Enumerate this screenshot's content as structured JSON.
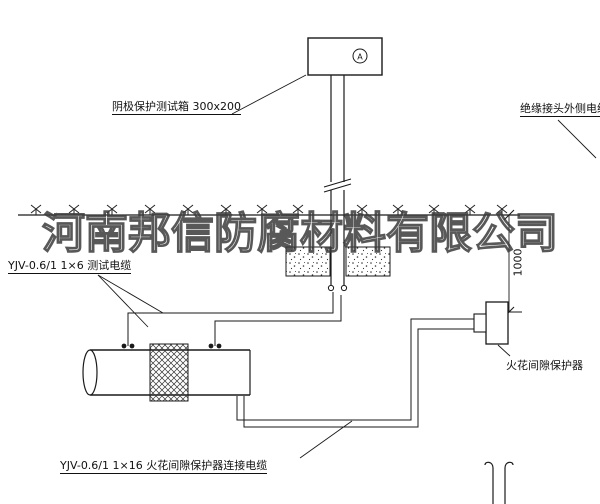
{
  "watermark": "河南邦信防腐材料有限公司",
  "labels": {
    "test_box": "阴极保护测试箱 300x200",
    "insulated_joint_cable": "绝缘接头外侧电缆",
    "test_cable": "YJV-0.6/1 1×6  测试电缆",
    "dimension_1000": "1000",
    "spark_gap_protector": "火花间隙保护器",
    "connection_cable": "YJV-0.6/1 1×16  火花间隙保护器连接电缆",
    "ammeter_symbol": "A"
  },
  "colors": {
    "line": "#1a1a1a",
    "background": "#ffffff",
    "watermark_stroke": "#3c3c3c"
  }
}
